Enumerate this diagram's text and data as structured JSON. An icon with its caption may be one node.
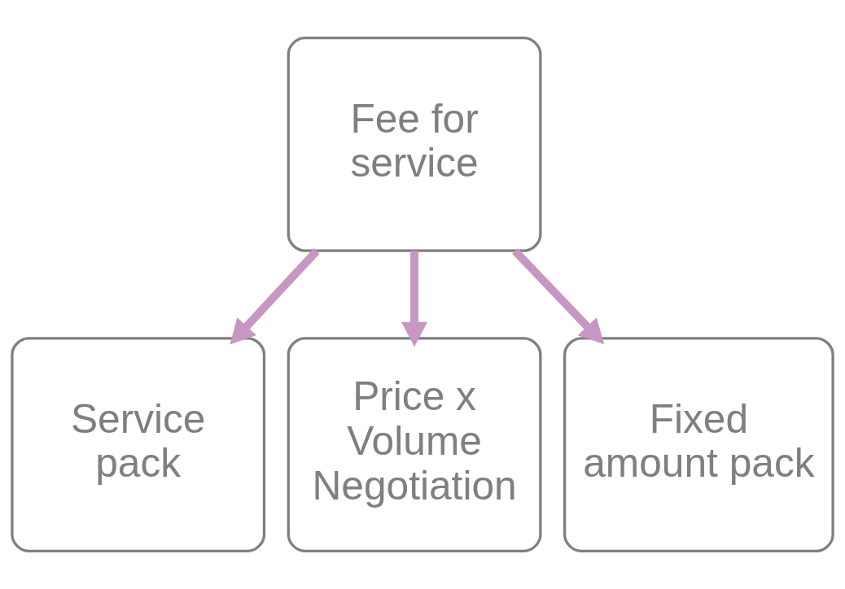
{
  "diagram": {
    "nodes": [
      {
        "text": [
          "Fee for service"
        ]
      },
      {
        "text": [
          "Service pack"
        ]
      },
      {
        "text": [
          "Price x Volume Negotiation"
        ]
      },
      {
        "text": [
          "Fixed amount pack"
        ]
      }
    ],
    "edges": [
      {
        "from": 0,
        "to": 1,
        "arrow": "to"
      },
      {
        "from": 0,
        "to": 2,
        "arrow": "to"
      },
      {
        "from": 0,
        "to": 3,
        "arrow": "to"
      }
    ]
  }
}
